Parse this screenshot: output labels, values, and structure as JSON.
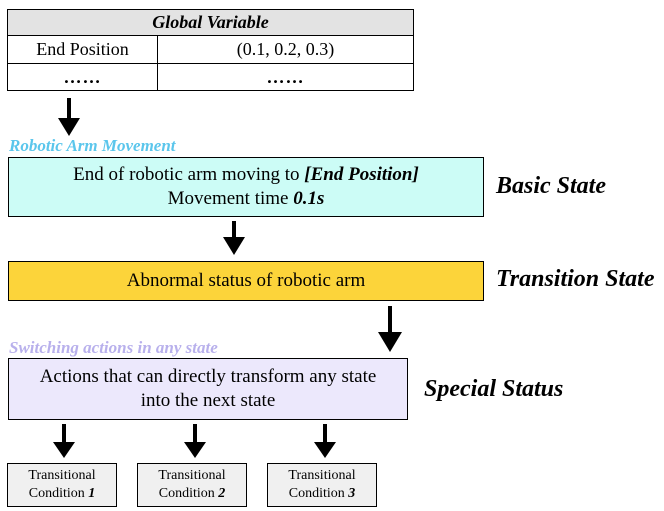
{
  "global_table": {
    "title": "Global Variable",
    "rows": [
      {
        "name": "End Position",
        "value": "(0.1, 0.2, 0.3)"
      },
      {
        "name": "……",
        "value": "……"
      }
    ]
  },
  "basic": {
    "caption": "Robotic Arm Movement",
    "line1_prefix": "End of robotic arm moving to ",
    "line1_emph": "[End Position]",
    "line2_prefix": "Movement time ",
    "line2_emph": "0.1s",
    "label": "Basic State"
  },
  "transition": {
    "text": "Abnormal status of robotic arm",
    "label": "Transition State"
  },
  "special": {
    "caption": "Switching actions in any state",
    "line1": "Actions that can directly transform any state",
    "line2": "into the next state",
    "label": "Special Status"
  },
  "conditions": [
    {
      "label": "Transitional",
      "prefix": "Condition ",
      "num": "1"
    },
    {
      "label": "Transitional",
      "prefix": "Condition ",
      "num": "2"
    },
    {
      "label": "Transitional",
      "prefix": "Condition ",
      "num": "3"
    }
  ],
  "colors": {
    "basic_fill": "#ccfcf6",
    "transition_fill": "#fcd43a",
    "special_fill": "#ece8fc",
    "caption_blue": "#5bc6ec",
    "caption_purple": "#b8b0ec"
  }
}
